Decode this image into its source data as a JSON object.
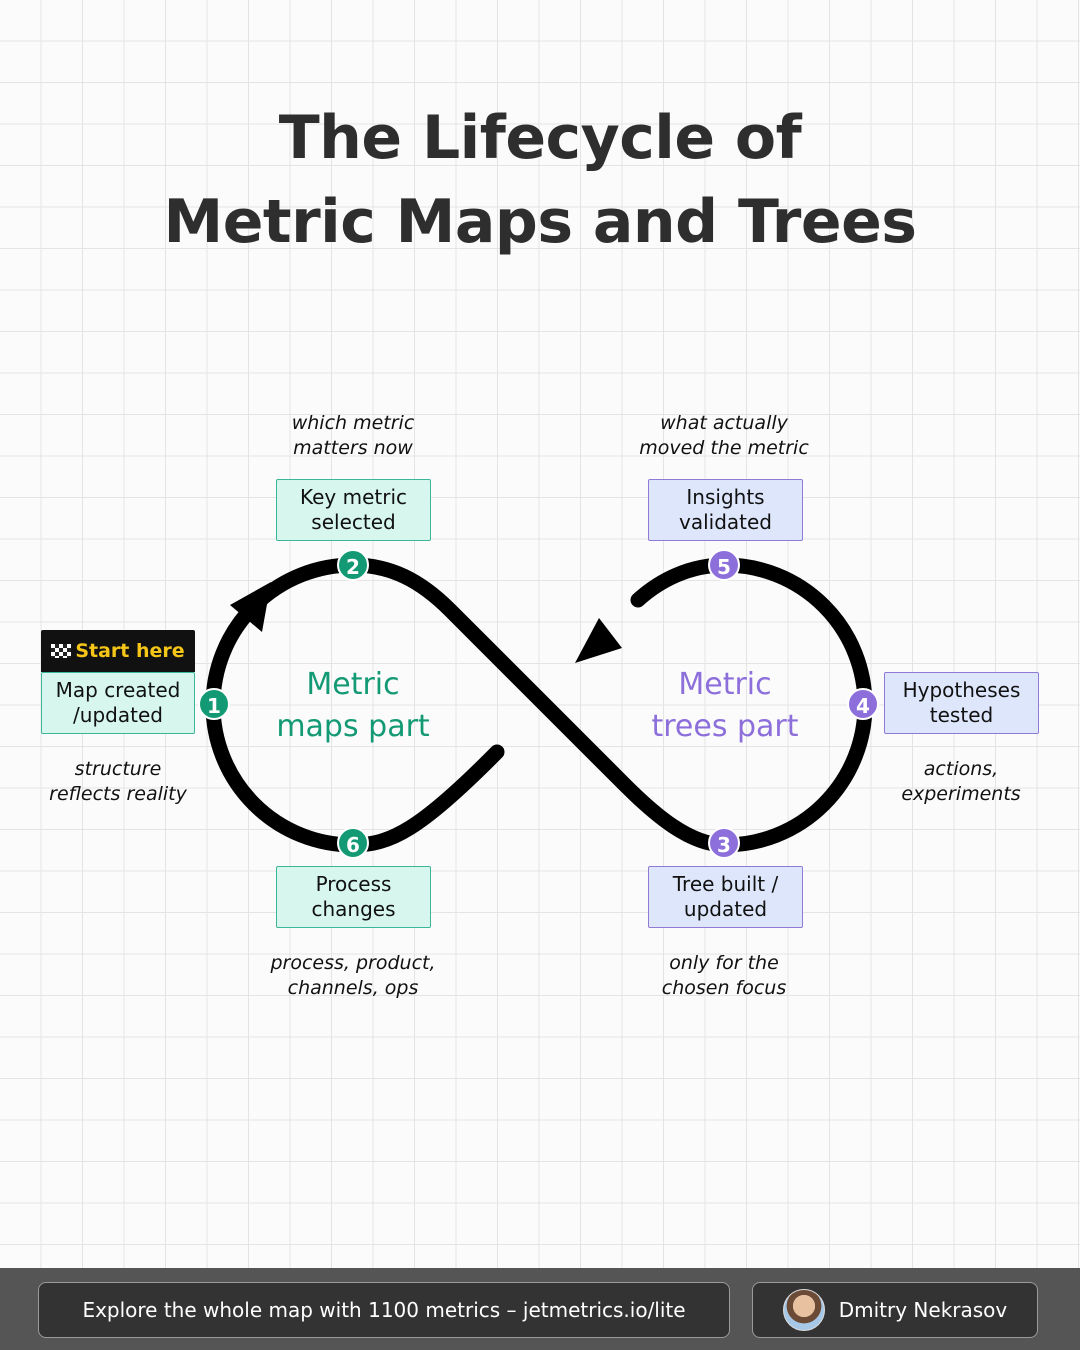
{
  "title": {
    "line1": "The Lifecycle of",
    "line2": "Metric Maps and Trees"
  },
  "colors": {
    "green": "#139a74",
    "purple": "#8d6fdc",
    "green_box": "#d6f6ee",
    "purple_box": "#dde6fb",
    "start_text": "#f5c518"
  },
  "start": {
    "icon": "checkered-flag-icon",
    "label": "Start here"
  },
  "parts": {
    "maps": {
      "line1": "Metric",
      "line2": "maps part"
    },
    "trees": {
      "line1": "Metric",
      "line2": "trees part"
    }
  },
  "steps": [
    {
      "number": "1",
      "line1": "Map created",
      "line2": "/updated",
      "note1": "structure",
      "note2": "reflects reality"
    },
    {
      "number": "2",
      "line1": "Key metric",
      "line2": "selected",
      "note1": "which metric",
      "note2": "matters now"
    },
    {
      "number": "3",
      "line1": "Tree built /",
      "line2": "updated",
      "note1": "only for the",
      "note2": "chosen focus"
    },
    {
      "number": "4",
      "line1": "Hypotheses",
      "line2": "tested",
      "note1": "actions,",
      "note2": "experiments"
    },
    {
      "number": "5",
      "line1": "Insights",
      "line2": "validated",
      "note1": "what actually",
      "note2": "moved the metric"
    },
    {
      "number": "6",
      "line1": "Process",
      "line2": "changes",
      "note1": "process, product,",
      "note2": "channels, ops"
    }
  ],
  "footer": {
    "link_text": "Explore the whole map with 1100 metrics – jetmetrics.io/lite",
    "author": "Dmitry Nekrasov"
  }
}
